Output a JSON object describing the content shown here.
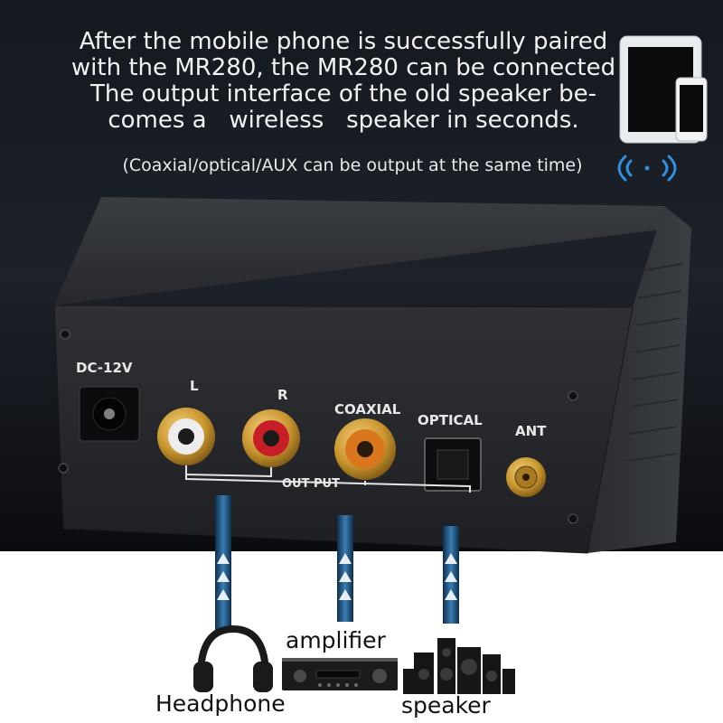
{
  "headline": {
    "line1": "After the mobile phone is successfully paired",
    "line2": "with the MR280, the MR280 can be connected",
    "line3": "The output interface of the old speaker be-",
    "line4": "comes a   wireless   speaker in seconds."
  },
  "subline": "(Coaxial/optical/AUX can be output at the same time)",
  "panel": {
    "dc": "DC-12V",
    "left": "L",
    "right": "R",
    "coaxial": "COAXIAL",
    "optical": "OPTICAL",
    "ant": "ANT",
    "output": "OUT PUT"
  },
  "devices": {
    "headphone": "Headphone",
    "amplifier": "amplifier",
    "speaker": "speaker"
  },
  "colors": {
    "background_top": "#1a1f28",
    "device_body": "#2a2c30",
    "cable": "#1d4f7a",
    "rca_red": "#c81e28",
    "gold": "#c9962e"
  }
}
